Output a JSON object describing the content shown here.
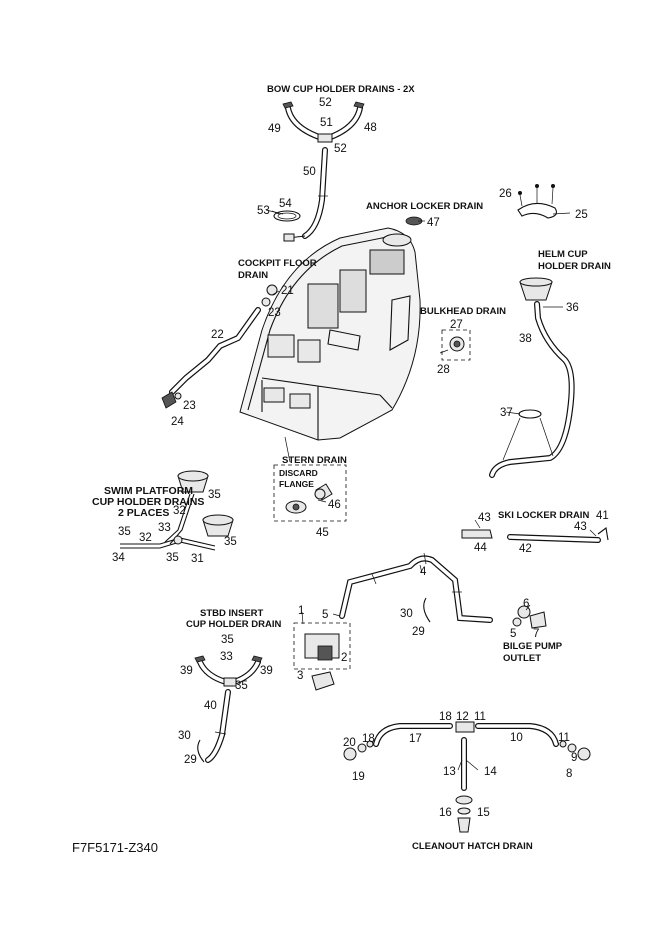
{
  "sections": {
    "bow": "BOW CUP HOLDER DRAINS - 2X",
    "anchor": "ANCHOR LOCKER DRAIN",
    "cockpit_l1": "COCKPIT FLOOR",
    "cockpit_l2": "DRAIN",
    "helm_l1": "HELM CUP",
    "helm_l2": "HOLDER DRAIN",
    "bulkhead": "BULKHEAD DRAIN",
    "stern": "STERN DRAIN",
    "discard_l1": "DISCARD",
    "discard_l2": "FLANGE",
    "swim_l1": "SWIM PLATFORM",
    "swim_l2": "CUP HOLDER DRAINS",
    "swim_l3": "2 PLACES",
    "ski": "SKI LOCKER DRAIN",
    "stbd_l1": "STBD INSERT",
    "stbd_l2": "CUP HOLDER DRAIN",
    "bilge_l1": "BILGE PUMP",
    "bilge_l2": "OUTLET",
    "cleanout": "CLEANOUT HATCH DRAIN"
  },
  "figure_code": "F7F5171-Z340",
  "callouts": {
    "n52a": "52",
    "n49": "49",
    "n51": "51",
    "n48": "48",
    "n52b": "52",
    "n50": "50",
    "n53": "53",
    "n54": "54",
    "n47": "47",
    "n26": "26",
    "n25": "25",
    "n21": "21",
    "n23a": "23",
    "n22": "22",
    "n23b": "23",
    "n24": "24",
    "n27": "27",
    "n28": "28",
    "n36": "36",
    "n38": "38",
    "n37": "37",
    "n46": "46",
    "n45": "45",
    "n35a": "35",
    "n32a": "32",
    "n33a": "33",
    "n35b": "35",
    "n32b": "32",
    "n35c": "35",
    "n34": "34",
    "n35d": "35",
    "n31": "31",
    "n43a": "43",
    "n44": "44",
    "n42": "42",
    "n43b": "43",
    "n41": "41",
    "n4": "4",
    "n1": "1",
    "n5a": "5",
    "n2": "2",
    "n3": "3",
    "n30a": "30",
    "n29a": "29",
    "n6": "6",
    "n5b": "5",
    "n7": "7",
    "n35e": "35",
    "n33b": "33",
    "n39a": "39",
    "n39b": "39",
    "n35f": "35",
    "n40": "40",
    "n30b": "30",
    "n29b": "29",
    "n18a": "18",
    "n12": "12",
    "n11a": "11",
    "n17": "17",
    "n10": "10",
    "n20": "20",
    "n18b": "18",
    "n19": "19",
    "n13": "13",
    "n14": "14",
    "n11b": "11",
    "n9": "9",
    "n8": "8",
    "n16": "16",
    "n15": "15"
  }
}
